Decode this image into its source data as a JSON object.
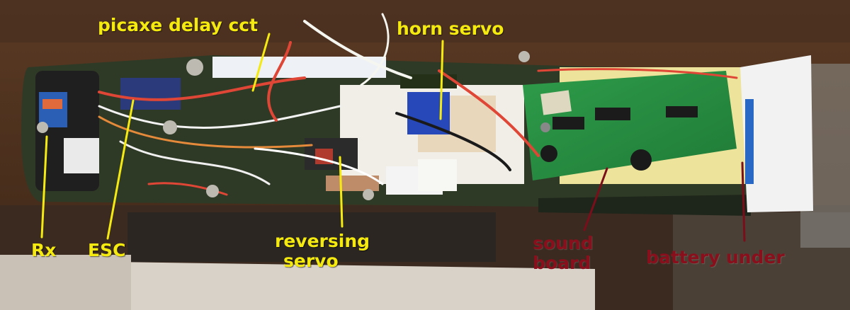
{
  "labels": {
    "picaxe": "picaxe delay cct",
    "horn": "horn servo",
    "rx": "Rx",
    "esc": "ESC",
    "reversing_1": "reversing",
    "reversing_2": "servo",
    "sound_1": "sound",
    "sound_2": "board",
    "battery": "battery under"
  },
  "colors": {
    "label_yellow": "#f5ea10",
    "label_maroon": "#8a0f1c"
  }
}
